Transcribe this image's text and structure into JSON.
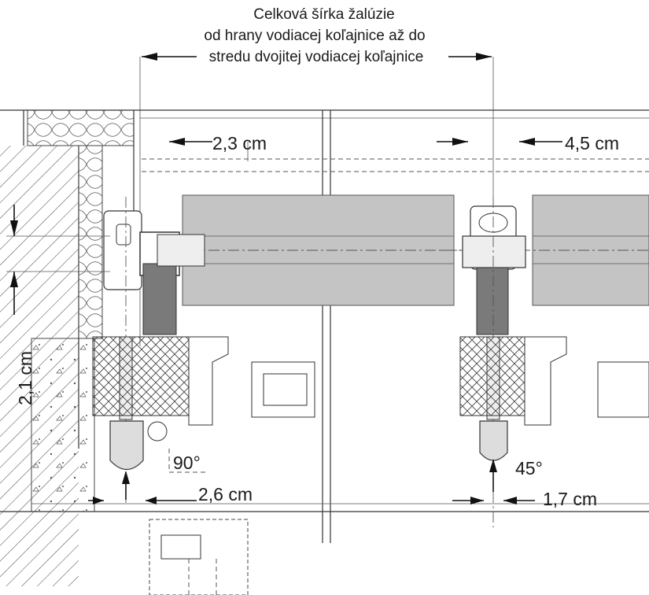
{
  "title": {
    "line1": "Celková šírka žalúzie",
    "line2": "od hrany vodiacej koľajnice až do",
    "line3": "stredu dvojitej vodiacej koľajnice"
  },
  "dimensions": {
    "d_2_3": "2,3 cm",
    "d_4_5": "4,5 cm",
    "d_2_1": "2,1 cm",
    "d_2_6": "2,6 cm",
    "d_1_7": "1,7 cm"
  },
  "angles": {
    "a_90": "90°",
    "a_45": "45°"
  }
}
